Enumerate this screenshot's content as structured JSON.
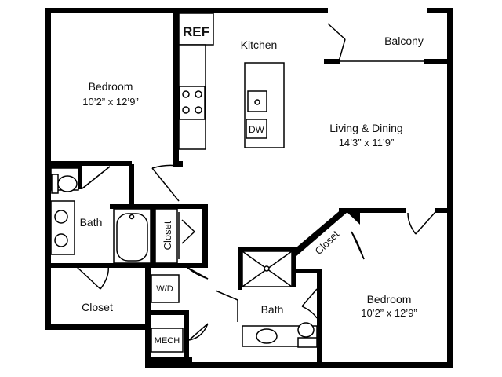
{
  "rooms": {
    "bedroom1": {
      "name": "Bedroom",
      "dims": "10’2” x 12’9”"
    },
    "kitchen": {
      "name": "Kitchen"
    },
    "balcony": {
      "name": "Balcony"
    },
    "living_dining": {
      "name": "Living & Dining",
      "dims": "14’3” x 11’9”"
    },
    "bath1": {
      "name": "Bath"
    },
    "closet1": {
      "name": "Closet"
    },
    "closet2": {
      "name": "Closet"
    },
    "closet3": {
      "name": "Closet"
    },
    "bath2": {
      "name": "Bath"
    },
    "bedroom2": {
      "name": "Bedroom",
      "dims": "10’2” x 12’9”"
    }
  },
  "fixtures": {
    "ref": "REF",
    "dw": "DW",
    "wd": "W/D",
    "mech": "MECH"
  }
}
